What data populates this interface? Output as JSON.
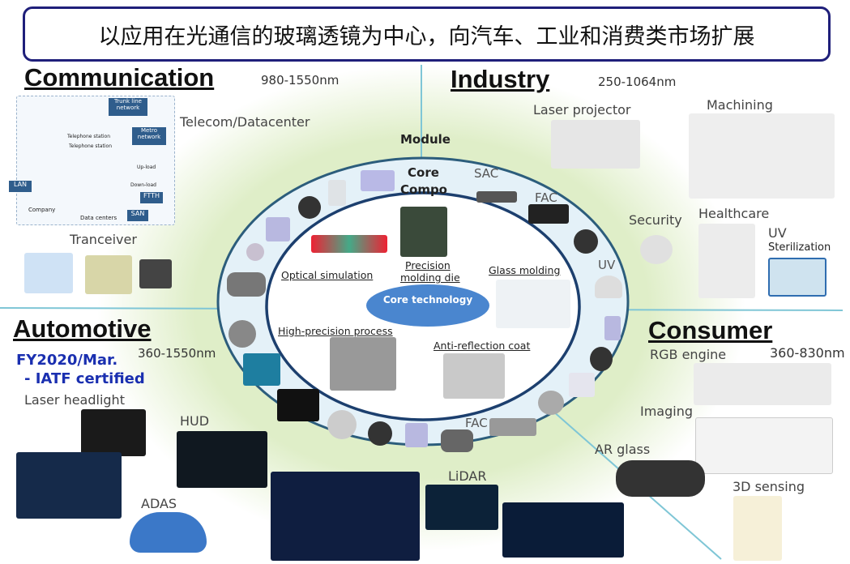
{
  "title": "以应用在光通信的玻璃透镜为中心，向汽车、工业和消费类市场扩展",
  "sections": {
    "communication": {
      "title": "Communication",
      "range": "980-1550nm",
      "labels": [
        "Telecom/Datacenter",
        "Tranceiver"
      ]
    },
    "industry": {
      "title": "Industry",
      "range": "250-1064nm",
      "labels": [
        "Laser projector",
        "Machining",
        "Security",
        "Healthcare",
        "UV",
        "Sterilization"
      ]
    },
    "automotive": {
      "title": "Automotive",
      "range": "360-1550nm",
      "note1": "FY2020/Mar.",
      "note2": "- IATF certified",
      "labels": [
        "Laser headlight",
        "HUD",
        "ADAS",
        "LiDAR"
      ]
    },
    "consumer": {
      "title": "Consumer",
      "range": "360-830nm",
      "labels": [
        "RGB engine",
        "Imaging",
        "AR glass",
        "3D sensing"
      ]
    }
  },
  "rings": {
    "module": "Module",
    "core_compo_1": "Core",
    "core_compo_2": "Compo",
    "components": [
      "SAC",
      "FAC",
      "UV",
      "FAC"
    ]
  },
  "core": {
    "center": "Core technology",
    "items": [
      "Optical simulation",
      "Precision",
      "molding die",
      "Glass molding",
      "High-precision process",
      "Anti-reflection coat"
    ]
  },
  "network": [
    "Trunk line network",
    "Metro network",
    "Telephone station",
    "Telephone station",
    "LAN",
    "Company",
    "Data centers",
    "SAN",
    "FTTH",
    "Up-load",
    "Down-load"
  ],
  "colors": {
    "title_border": "#1f1f7a",
    "core_blue": "#4a86cf",
    "ring": "#1c3f6e",
    "network_blue": "#2f5d8c",
    "fy_blue": "#1a2fb0"
  }
}
